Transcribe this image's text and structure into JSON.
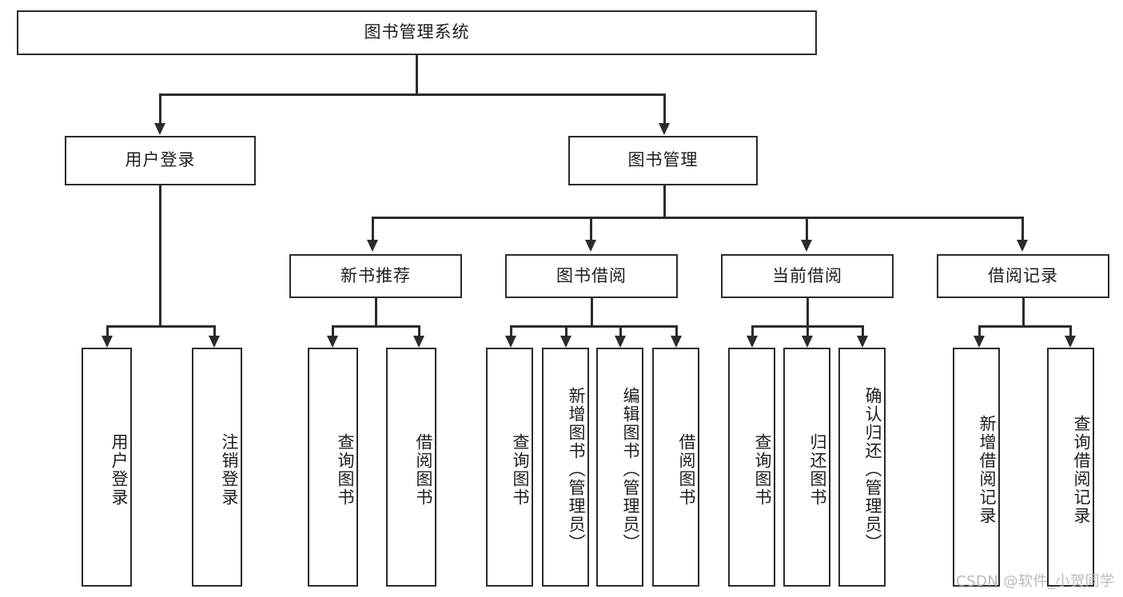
{
  "diagram": {
    "title": "图书管理系统",
    "type": "tree-hierarchy",
    "watermark": "CSDN @软件_小贺同学",
    "colors": {
      "box_border": "#2b2b2b",
      "box_fill": "#ffffff",
      "text": "#1d1d1d",
      "connector": "#2b2b2b",
      "watermark": "#b9b9b9",
      "background": "#ffffff"
    },
    "levels": {
      "root": {
        "label": "图书管理系统"
      },
      "level2": [
        {
          "label": "用户登录"
        },
        {
          "label": "图书管理"
        }
      ],
      "level3": [
        {
          "label": "新书推荐"
        },
        {
          "label": "图书借阅"
        },
        {
          "label": "当前借阅"
        },
        {
          "label": "借阅记录"
        }
      ],
      "leaves": {
        "user_login": [
          {
            "label": "用户登录"
          },
          {
            "label": "注销登录"
          }
        ],
        "new_book_recommend": [
          {
            "label": "查询图书"
          },
          {
            "label": "借阅图书"
          }
        ],
        "book_borrow": [
          {
            "label": "查询图书"
          },
          {
            "label": "新增图书（管理员）"
          },
          {
            "label": "编辑图书（管理员）"
          },
          {
            "label": "借阅图书"
          }
        ],
        "current_borrow": [
          {
            "label": "查询图书"
          },
          {
            "label": "归还图书"
          },
          {
            "label": "确认归还（管理员）"
          }
        ],
        "borrow_records": [
          {
            "label": "新增借阅记录"
          },
          {
            "label": "查询借阅记录"
          }
        ]
      }
    }
  }
}
